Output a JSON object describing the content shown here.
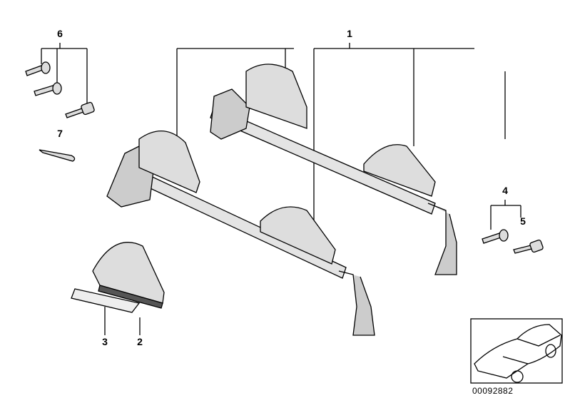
{
  "diagram": {
    "callouts": [
      {
        "id": "callout-1",
        "text": "1"
      },
      {
        "id": "callout-2",
        "text": "2"
      },
      {
        "id": "callout-3",
        "text": "3"
      },
      {
        "id": "callout-4",
        "text": "4"
      },
      {
        "id": "callout-5",
        "text": "5"
      },
      {
        "id": "callout-6",
        "text": "6"
      },
      {
        "id": "callout-7",
        "text": "7"
      }
    ],
    "drawing_number": "00092882"
  },
  "colors": {
    "line": "#000000",
    "part_fill": "#d8d8d8",
    "dark_fill": "#555555"
  }
}
